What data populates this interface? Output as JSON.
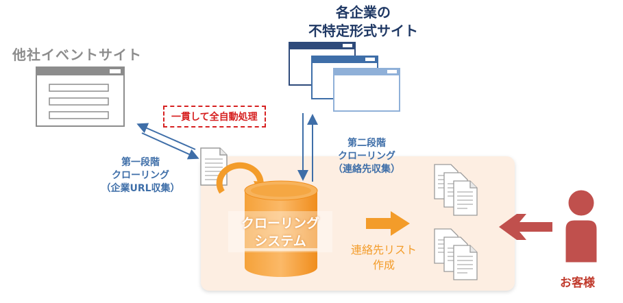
{
  "other_site": {
    "title": "他社イベントサイト"
  },
  "target_sites": {
    "title_line1": "各企業の",
    "title_line2": "不特定形式サイト"
  },
  "auto_process": {
    "label": "一貫して全自動処理"
  },
  "first_stage": {
    "line1": "第一段階",
    "line2": "クローリング",
    "line3": "（企業URL収集）"
  },
  "second_stage": {
    "line1": "第二段階",
    "line2": "クローリング",
    "line3": "（連絡先収集）"
  },
  "system": {
    "line1": "クローリング",
    "line2": "システム"
  },
  "list_output": {
    "line1": "連絡先リスト",
    "line2": "作成"
  },
  "customer": {
    "label": "お客様"
  },
  "colors": {
    "panel": "#fdeee2",
    "orange": "#f39c2a",
    "navy": "#1f3864",
    "blue": "#3e6ea8",
    "red": "#c0392b",
    "gray": "#8c8c8c"
  }
}
